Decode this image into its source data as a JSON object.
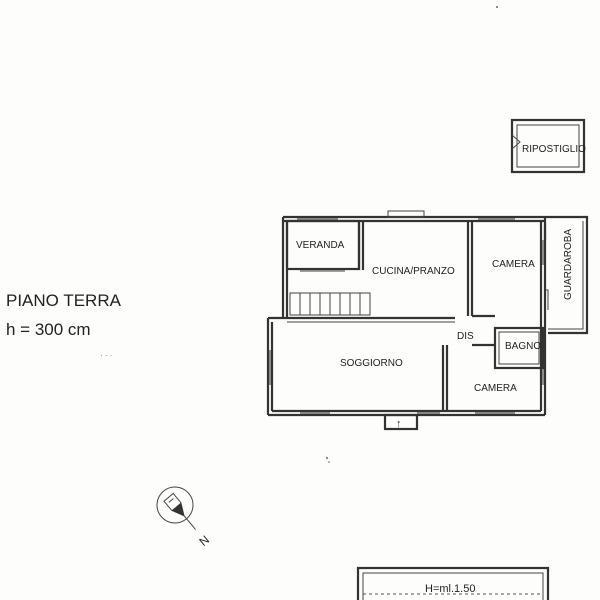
{
  "floor": {
    "title": "PIANO TERRA",
    "height_label": "h = 300 cm"
  },
  "rooms": {
    "ripostiglio": "RIPOSTIGLIO",
    "veranda": "VERANDA",
    "cucina": "CUCINA/PRANZO",
    "camera_1": "CAMERA",
    "guardaroba": "GUARDAROBA",
    "dis": "DIS",
    "bagno": "BAGNO",
    "soggiorno": "SOGGIORNO",
    "camera_2": "CAMERA"
  },
  "entrance_arrow": "↑",
  "compass": {
    "north_label": "N"
  },
  "section_box": {
    "label": "H=ml.1.50"
  }
}
